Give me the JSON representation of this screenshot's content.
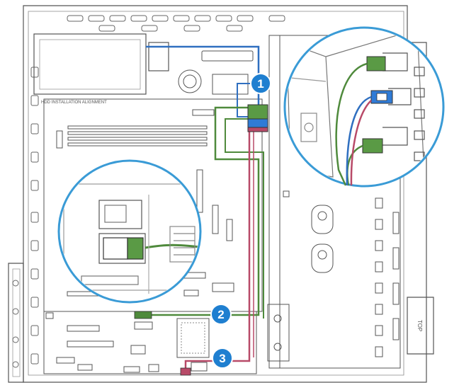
{
  "diagram": {
    "callouts": [
      "1",
      "2",
      "3"
    ],
    "chassis_label": "HDD INSTALLATION ALIGNMENT",
    "side_label": "TOP"
  },
  "colors": {
    "line": "#555555",
    "cable_blue": "#2f6fc0",
    "cable_green": "#4f8a3c",
    "cable_pink": "#b84a68",
    "callout_fill": "#1f7fd0",
    "zoom_ring": "#3a9bd6",
    "connector_green": "#5a9a45",
    "connector_blue": "#2f7bd6"
  }
}
